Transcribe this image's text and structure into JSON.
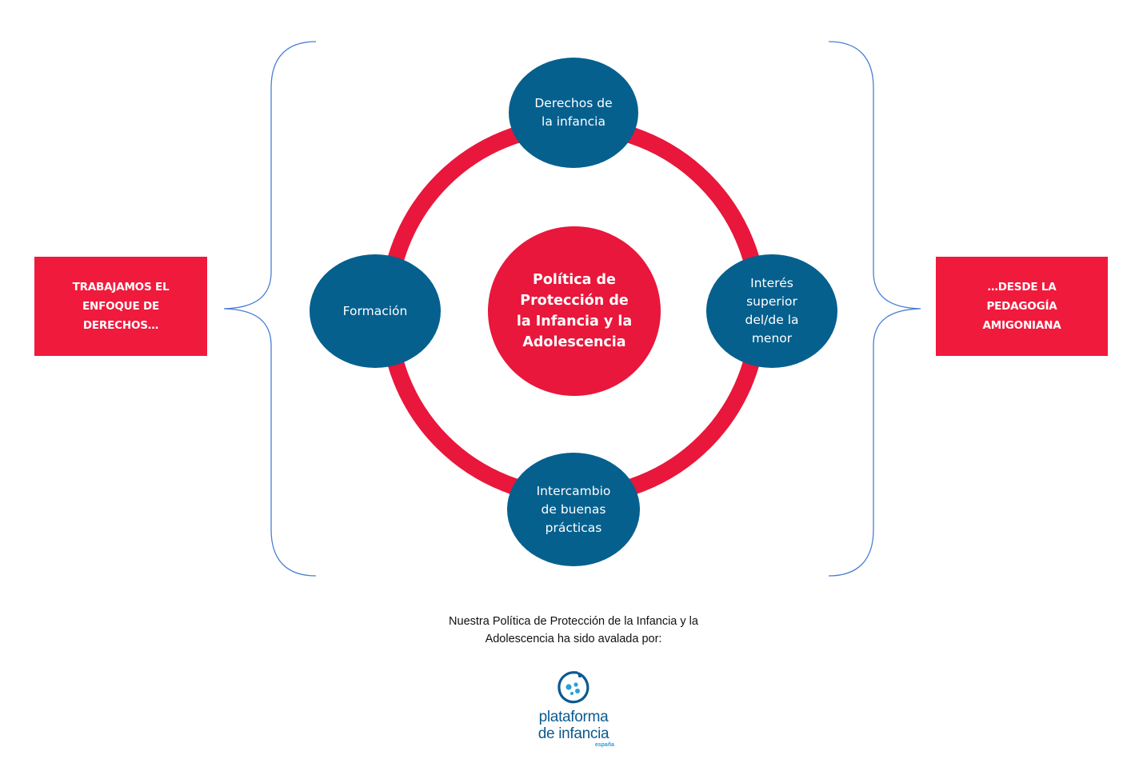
{
  "diagram": {
    "center": "Política de\nProtección de\nla Infancia y la\nAdolescencia",
    "top_node": "Derechos de\nla infancia",
    "left_node": "Formación",
    "right_node": "Interés\nsuperior\ndel/de la\nmenor",
    "bottom_node": "Intercambio\nde buenas\nprácticas"
  },
  "left_box": "TRABAJAMOS EL\nENFOQUE DE\nDERECHOS…",
  "right_box": "…DESDE LA\nPEDAGOGÍA\nAMIGONIANA",
  "caption": "Nuestra Política de Protección de la Infancia y la\nAdolescencia ha sido avalada por:",
  "logo": {
    "line1": "plataforma",
    "line2": "de infancia",
    "sub": "españa",
    "icon": "plataforma-infancia-logo-icon"
  },
  "colors": {
    "ring_red": "#e8173b",
    "node_blue": "#05608e",
    "brace_blue": "#4a7fd4",
    "logo_blue": "#0b5a8f",
    "logo_light_blue": "#2a9fd6"
  }
}
